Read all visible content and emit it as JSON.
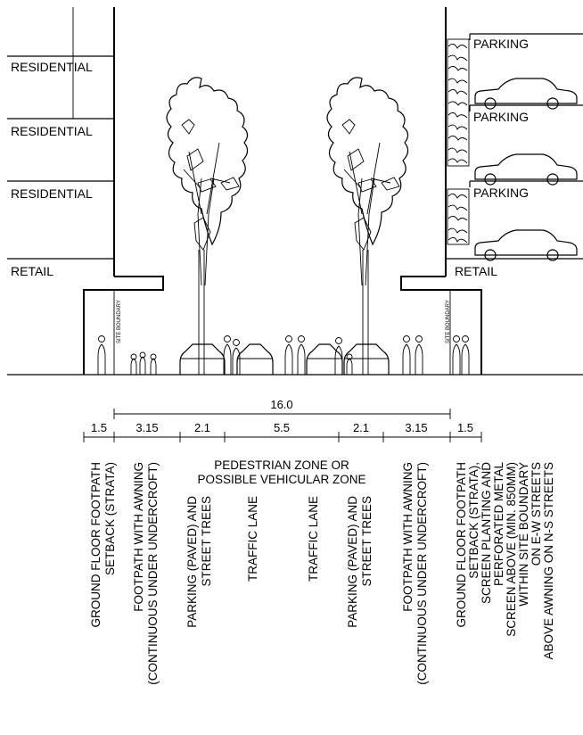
{
  "floors_left": {
    "residential_1": "RESIDENTIAL",
    "residential_2": "RESIDENTIAL",
    "residential_3": "RESIDENTIAL",
    "retail": "RETAIL"
  },
  "floors_right": {
    "parking_1": "PARKING",
    "parking_2": "PARKING",
    "parking_3": "PARKING",
    "retail": "RETAIL"
  },
  "site_boundary_left": "SITE BOUNDARY",
  "site_boundary_right": "SITE BOUNDARY",
  "total_width": "16.0",
  "segments": [
    "1.5",
    "3.15",
    "2.1",
    "5.5",
    "2.1",
    "3.15",
    "1.5"
  ],
  "zone_note": {
    "line1": "PEDESTRIAN ZONE OR",
    "line2": "POSSIBLE VEHICULAR ZONE"
  },
  "captions": {
    "setback_left": [
      "GROUND FLOOR FOOTPATH",
      "SETBACK (STRATA)"
    ],
    "footpath_left": [
      "FOOTPATH WITH AWNING",
      "(CONTINUOUS UNDER UNDERCROFT)"
    ],
    "parking_left": [
      "PARKING (PAVED) AND",
      "STREET TREES"
    ],
    "traffic_left": [
      "TRAFFIC LANE"
    ],
    "traffic_right": [
      "TRAFFIC LANE"
    ],
    "parking_right": [
      "PARKING (PAVED) AND",
      "STREET TREES"
    ],
    "footpath_right": [
      "FOOTPATH WITH AWNING",
      "(CONTINUOUS UNDER UNDERCROFT)"
    ],
    "setback_right": [
      "GROUND FLOOR FOOTPATH",
      "SETBACK (STRATA),",
      "SCREEN PLANTING AND",
      "PERFORATED METAL",
      "SCREEN ABOVE (MIN. 850MM)",
      "WITHIN SITE BOUNDARY",
      "ON E-W STREETS",
      "ABOVE AWNING ON N-S STREETS"
    ]
  },
  "icons": [
    "tree-icon",
    "car-icon",
    "person-icon",
    "planting-screen-icon"
  ]
}
